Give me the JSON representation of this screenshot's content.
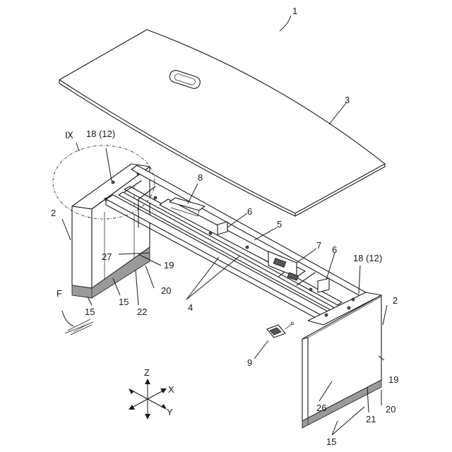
{
  "labels": {
    "l1": "1",
    "l2a": "2",
    "l2b": "2",
    "l3": "3",
    "l4": "4",
    "l5": "5",
    "l6a": "6",
    "l6b": "6",
    "l7": "7",
    "l8": "8",
    "l9": "9",
    "l15a": "15",
    "l15b": "15",
    "l15c": "15",
    "l18a": "18 (12)",
    "l18b": "18 (12)",
    "l19a": "19",
    "l19b": "19",
    "l20a": "20",
    "l20b": "20",
    "l21": "21",
    "l22": "22",
    "l26": "26",
    "l27": "27",
    "lIX": "Ⅸ",
    "lF": "F"
  },
  "axes": {
    "z": "Z",
    "x": "X",
    "y": "Y"
  }
}
